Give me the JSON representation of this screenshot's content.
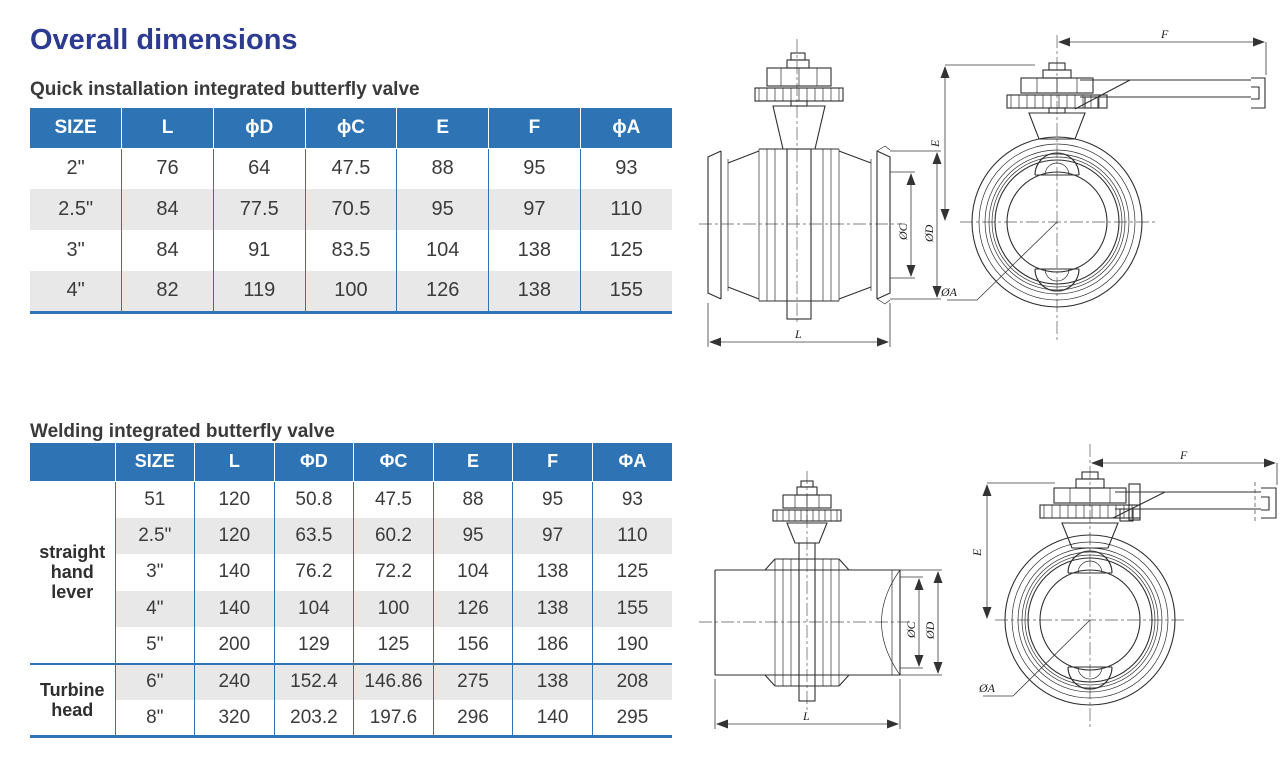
{
  "page": {
    "title": "Overall dimensions"
  },
  "colors": {
    "title_blue": "#2c3a92",
    "table_header_blue": "#2e74b5",
    "row_alt_gray": "#e8e8e8",
    "cell_text": "#3b3b3b",
    "drawing_line": "#2f2f2f"
  },
  "labels": {
    "L": "L",
    "E": "E",
    "F": "F",
    "phiC": "ØC",
    "phiD": "ØD",
    "phiA": "ØA"
  },
  "section_quick": {
    "heading": "Quick installation integrated butterfly valve",
    "columns": [
      "SIZE",
      "L",
      "ϕD",
      "ϕC",
      "E",
      "F",
      "ϕA"
    ],
    "rows": [
      [
        "2\"",
        "76",
        "64",
        "47.5",
        "88",
        "95",
        "93"
      ],
      [
        "2.5\"",
        "84",
        "77.5",
        "70.5",
        "95",
        "97",
        "110"
      ],
      [
        "3\"",
        "84",
        "91",
        "83.5",
        "104",
        "138",
        "125"
      ],
      [
        "4\"",
        "82",
        "119",
        "100",
        "126",
        "138",
        "155"
      ]
    ]
  },
  "section_welding": {
    "heading": "Welding integrated butterfly valve",
    "columns": [
      "",
      "SIZE",
      "L",
      "ΦD",
      "ΦC",
      "E",
      "F",
      "ΦA"
    ],
    "groups": [
      {
        "label": "straight hand lever",
        "rows": [
          [
            "51",
            "120",
            "50.8",
            "47.5",
            "88",
            "95",
            "93"
          ],
          [
            "2.5\"",
            "120",
            "63.5",
            "60.2",
            "95",
            "97",
            "110"
          ],
          [
            "3\"",
            "140",
            "76.2",
            "72.2",
            "104",
            "138",
            "125"
          ],
          [
            "4\"",
            "140",
            "104",
            "100",
            "126",
            "138",
            "155"
          ],
          [
            "5\"",
            "200",
            "129",
            "125",
            "156",
            "186",
            "190"
          ]
        ]
      },
      {
        "label": "Turbine head",
        "rows": [
          [
            "6\"",
            "240",
            "152.4",
            "146.86",
            "275",
            "138",
            "208"
          ],
          [
            "8\"",
            "320",
            "203.2",
            "197.6",
            "296",
            "140",
            "295"
          ]
        ]
      }
    ]
  }
}
